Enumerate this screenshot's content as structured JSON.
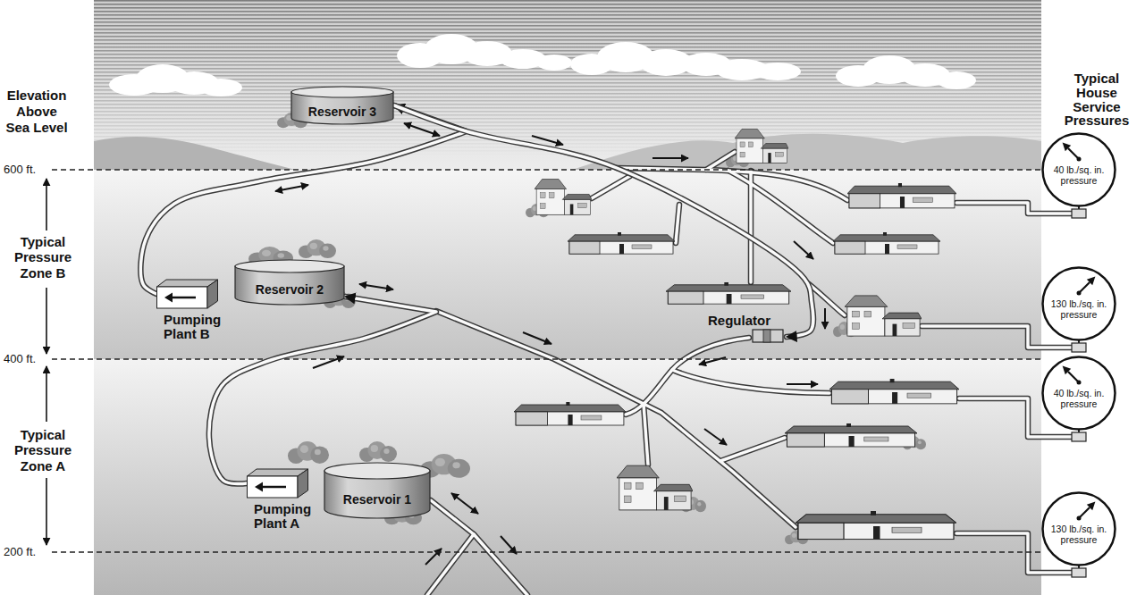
{
  "diagram": {
    "nodes": [
      {
        "text": [
          "Reservoir 3"
        ]
      },
      {
        "text": [
          "40 lb./sq. in. pressure"
        ]
      },
      {
        "text": [
          "Reservoir 2"
        ]
      },
      {
        "text": [
          "Pumping Plant B"
        ]
      },
      {
        "text": [
          "130 lb./sq. in. pressure"
        ]
      },
      {
        "text": [
          "Regulator"
        ]
      },
      {
        "text": [
          "40 lb./sq. in. pressure"
        ]
      },
      {
        "text": [
          "Reservoir 1"
        ]
      },
      {
        "text": [
          "Pumping Plant A"
        ]
      },
      {
        "text": [
          "130 lb./sq. in. pressure"
        ]
      }
    ],
    "edges": [
      {
        "from": 3,
        "to": 0,
        "arrow": "to"
      },
      {
        "from": 0,
        "to": 5,
        "arrow": "to"
      },
      {
        "from": 8,
        "to": 2,
        "arrow": "to"
      }
    ],
    "labels": [
      "Elevation Above Sea Level",
      "600 ft.",
      "Typical Pressure Zone B",
      "400 ft.",
      "Typical Pressure Zone A",
      "200 ft.",
      "Typical House Service Pressures"
    ]
  }
}
